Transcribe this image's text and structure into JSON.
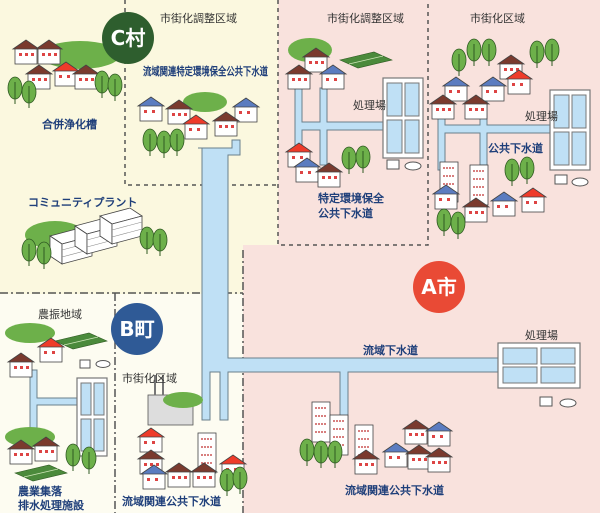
{
  "colors": {
    "village": "#2e5e2e",
    "town": "#2f5a96",
    "city": "#e94a35",
    "pipe": "#bfe0f5",
    "cream": "#fbf8df",
    "pink": "#f9e2dd"
  },
  "badges": {
    "c_village": "C村",
    "b_town": "B町",
    "a_city": "A市"
  },
  "c_village": {
    "zone": "市街化調整区域",
    "septic": "合併浄化槽",
    "specific_sewer": "流域関連特定環境保全公共下水道",
    "community_plant": "コミュニティプラント"
  },
  "a_city": {
    "zone_adjust": "市街化調整区域",
    "zone_urban": "市街化区域",
    "plant_left": "処理場",
    "plant_right": "処理場",
    "public_sewer": "公共下水道",
    "specific_sewer_l1": "特定環境保全",
    "specific_sewer_l2": "公共下水道",
    "basin_sewer": "流域下水道",
    "basin_plant": "処理場",
    "basin_related": "流域関連公共下水道"
  },
  "b_town": {
    "agri_zone": "農振地域",
    "urban_zone": "市街化区域",
    "rural_l1": "農業集落",
    "rural_l2": "排水処理施設",
    "basin_related": "流域関連公共下水道"
  }
}
